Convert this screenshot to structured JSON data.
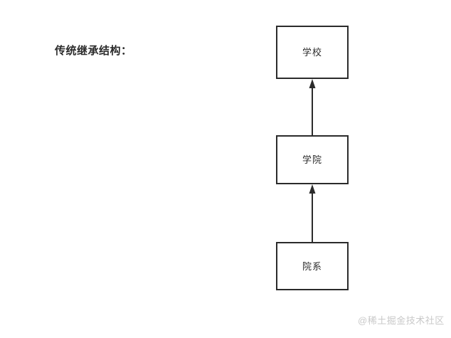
{
  "diagram": {
    "caption": "传统继承结构：",
    "background_color": "#ffffff",
    "stroke_color": "#2b2b2b",
    "text_color": "#2b2b2b",
    "nodes": [
      {
        "id": "school",
        "label": "学校"
      },
      {
        "id": "college",
        "label": "学院"
      },
      {
        "id": "department",
        "label": "院系"
      }
    ],
    "edges": [
      {
        "from": "college",
        "to": "school",
        "arrow": "up",
        "style": "solid"
      },
      {
        "from": "department",
        "to": "college",
        "arrow": "up",
        "style": "solid"
      }
    ]
  },
  "watermark": {
    "text": "@稀土掘金技术社区",
    "color": "#c9c9c9"
  }
}
